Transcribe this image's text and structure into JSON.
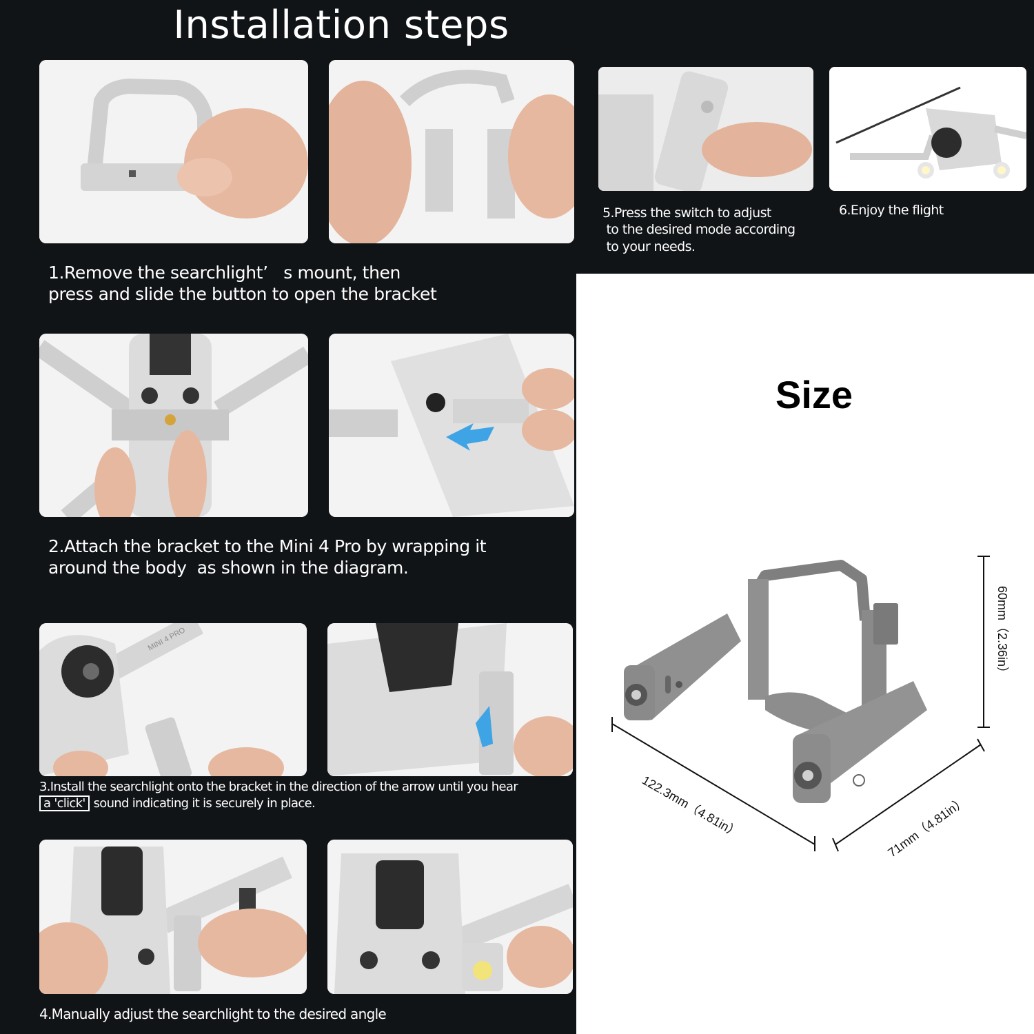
{
  "header": {
    "title": "Installation steps"
  },
  "steps": [
    {
      "number": 1,
      "caption_lines": [
        "1.Remove the searchlight’   s mount, then",
        "press and slide the button to open the bracket"
      ],
      "photos": [
        "hands-opening-bracket",
        "hands-pressing-slide-button"
      ]
    },
    {
      "number": 2,
      "caption_lines": [
        "2.Attach the bracket to the Mini 4 Pro by wrapping it",
        "around the body  as shown in the diagram."
      ],
      "photos": [
        "bracket-on-drone-underside",
        "wrapping-bracket-blue-arrow"
      ]
    },
    {
      "number": 3,
      "caption_lines": [
        "3.Install the searchlight onto the bracket in the direction of the arrow until you hear"
      ],
      "caption_boxed": "a 'click'",
      "caption_rest": "sound indicating it is securely in place.",
      "photos": [
        "searchlight-near-bracket",
        "inserting-searchlight-blue-arrow"
      ]
    },
    {
      "number": 4,
      "caption_lines": [
        "4.Manually adjust the searchlight to the desired angle"
      ],
      "photos": [
        "adjusting-searchlight-angle",
        "searchlight-attached-lit"
      ]
    },
    {
      "number": 5,
      "caption_lines": [
        "5.Press the switch to adjust",
        " to the desired mode according",
        " to your needs."
      ],
      "photos": [
        "finger-pressing-switch"
      ]
    },
    {
      "number": 6,
      "caption_lines": [
        "6.Enjoy the flight"
      ],
      "photos": [
        "drone-flying-with-lights"
      ]
    }
  ],
  "drone_label": "MINI 4 PRO",
  "size": {
    "title": "Size",
    "length": "122.3mm（4.81in）",
    "width": "71mm（4.81in）",
    "height": "60mm（2.36in）"
  },
  "colors": {
    "background_dark": "#111417",
    "text_light": "#ffffff",
    "panel_white": "#ffffff",
    "product_gray": "#8f8f8f",
    "arrow_blue": "#3ea4e6"
  }
}
